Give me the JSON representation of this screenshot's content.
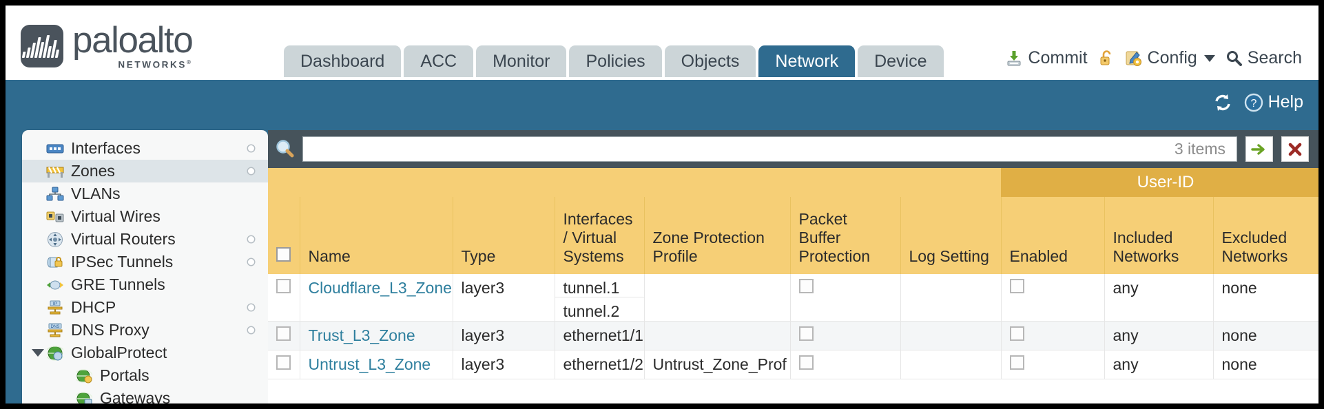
{
  "brand": {
    "name": "paloalto",
    "sub": "NETWORKS",
    "reg": "®"
  },
  "tabs": [
    {
      "label": "Dashboard",
      "active": false
    },
    {
      "label": "ACC",
      "active": false
    },
    {
      "label": "Monitor",
      "active": false
    },
    {
      "label": "Policies",
      "active": false
    },
    {
      "label": "Objects",
      "active": false
    },
    {
      "label": "Network",
      "active": true
    },
    {
      "label": "Device",
      "active": false
    }
  ],
  "top_actions": {
    "commit": "Commit",
    "config": "Config",
    "search": "Search"
  },
  "band": {
    "help": "Help"
  },
  "sidebar": {
    "items": [
      {
        "label": "Interfaces",
        "icon": "interfaces-icon",
        "selected": false,
        "dot": true,
        "child": false,
        "expander": false
      },
      {
        "label": "Zones",
        "icon": "zones-icon",
        "selected": true,
        "dot": true,
        "child": false,
        "expander": false
      },
      {
        "label": "VLANs",
        "icon": "vlans-icon",
        "selected": false,
        "dot": false,
        "child": false,
        "expander": false
      },
      {
        "label": "Virtual Wires",
        "icon": "virtual-wires-icon",
        "selected": false,
        "dot": false,
        "child": false,
        "expander": false
      },
      {
        "label": "Virtual Routers",
        "icon": "virtual-routers-icon",
        "selected": false,
        "dot": true,
        "child": false,
        "expander": false
      },
      {
        "label": "IPSec Tunnels",
        "icon": "ipsec-tunnels-icon",
        "selected": false,
        "dot": true,
        "child": false,
        "expander": false
      },
      {
        "label": "GRE Tunnels",
        "icon": "gre-tunnels-icon",
        "selected": false,
        "dot": false,
        "child": false,
        "expander": false
      },
      {
        "label": "DHCP",
        "icon": "dhcp-icon",
        "selected": false,
        "dot": true,
        "child": false,
        "expander": false
      },
      {
        "label": "DNS Proxy",
        "icon": "dns-proxy-icon",
        "selected": false,
        "dot": true,
        "child": false,
        "expander": false
      },
      {
        "label": "GlobalProtect",
        "icon": "globalprotect-icon",
        "selected": false,
        "dot": false,
        "child": false,
        "expander": true
      },
      {
        "label": "Portals",
        "icon": "portals-icon",
        "selected": false,
        "dot": false,
        "child": true,
        "expander": false
      },
      {
        "label": "Gateways",
        "icon": "gateways-icon",
        "selected": false,
        "dot": false,
        "child": true,
        "expander": false
      }
    ]
  },
  "filter": {
    "value": "",
    "placeholder": "",
    "items_count": "3 items"
  },
  "table": {
    "group_header": "User-ID",
    "columns": [
      "Name",
      "Type",
      "Interfaces / Virtual Systems",
      "Zone Protection Profile",
      "Packet Buffer Protection",
      "Log Setting",
      "Enabled",
      "Included Networks",
      "Excluded Networks"
    ],
    "rows": [
      {
        "checked": false,
        "name": "Cloudflare_L3_Zone",
        "type": "layer3",
        "interfaces": [
          "tunnel.1",
          "tunnel.2"
        ],
        "zone_protection_profile": "",
        "packet_buffer_protection": false,
        "log_setting": "",
        "user_id_enabled": false,
        "included_networks": "any",
        "excluded_networks": "none",
        "alt": false
      },
      {
        "checked": false,
        "name": "Trust_L3_Zone",
        "type": "layer3",
        "interfaces": [
          "ethernet1/1"
        ],
        "zone_protection_profile": "",
        "packet_buffer_protection": false,
        "log_setting": "",
        "user_id_enabled": false,
        "included_networks": "any",
        "excluded_networks": "none",
        "alt": true
      },
      {
        "checked": false,
        "name": "Untrust_L3_Zone",
        "type": "layer3",
        "interfaces": [
          "ethernet1/2"
        ],
        "zone_protection_profile": "Untrust_Zone_Prof",
        "packet_buffer_protection": false,
        "log_setting": "",
        "user_id_enabled": false,
        "included_networks": "any",
        "excluded_networks": "none",
        "alt": false
      }
    ]
  },
  "colors": {
    "accent": "#2f6b8f",
    "header_gold": "#f6cf76",
    "group_gold": "#e0af45",
    "toolbar": "#46535b",
    "link": "#2e7f9e"
  }
}
